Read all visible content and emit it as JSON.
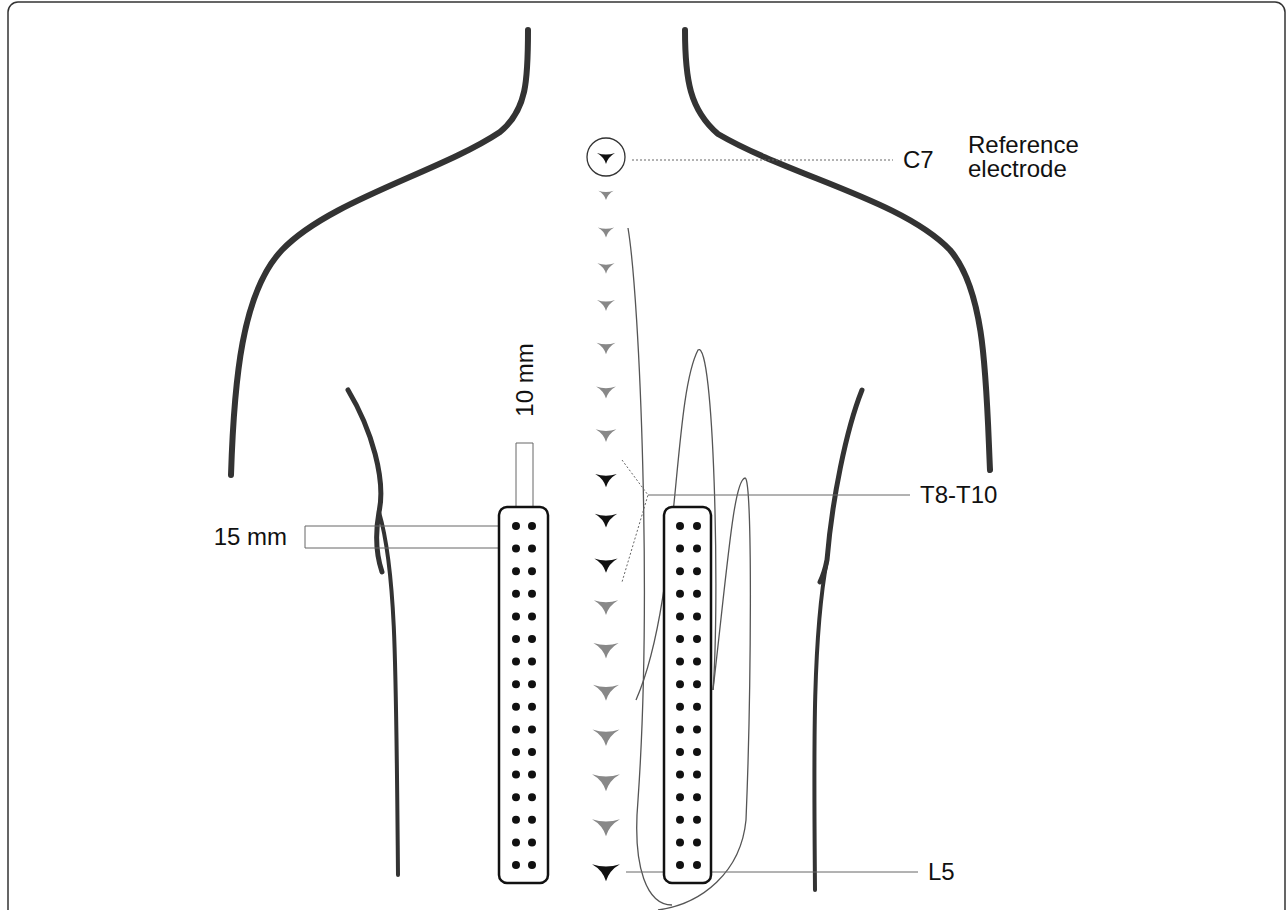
{
  "diagram": {
    "labels": [
      "C7",
      "Reference electrode",
      "T8-T10",
      "L5",
      "10 mm",
      "15 mm"
    ]
  }
}
